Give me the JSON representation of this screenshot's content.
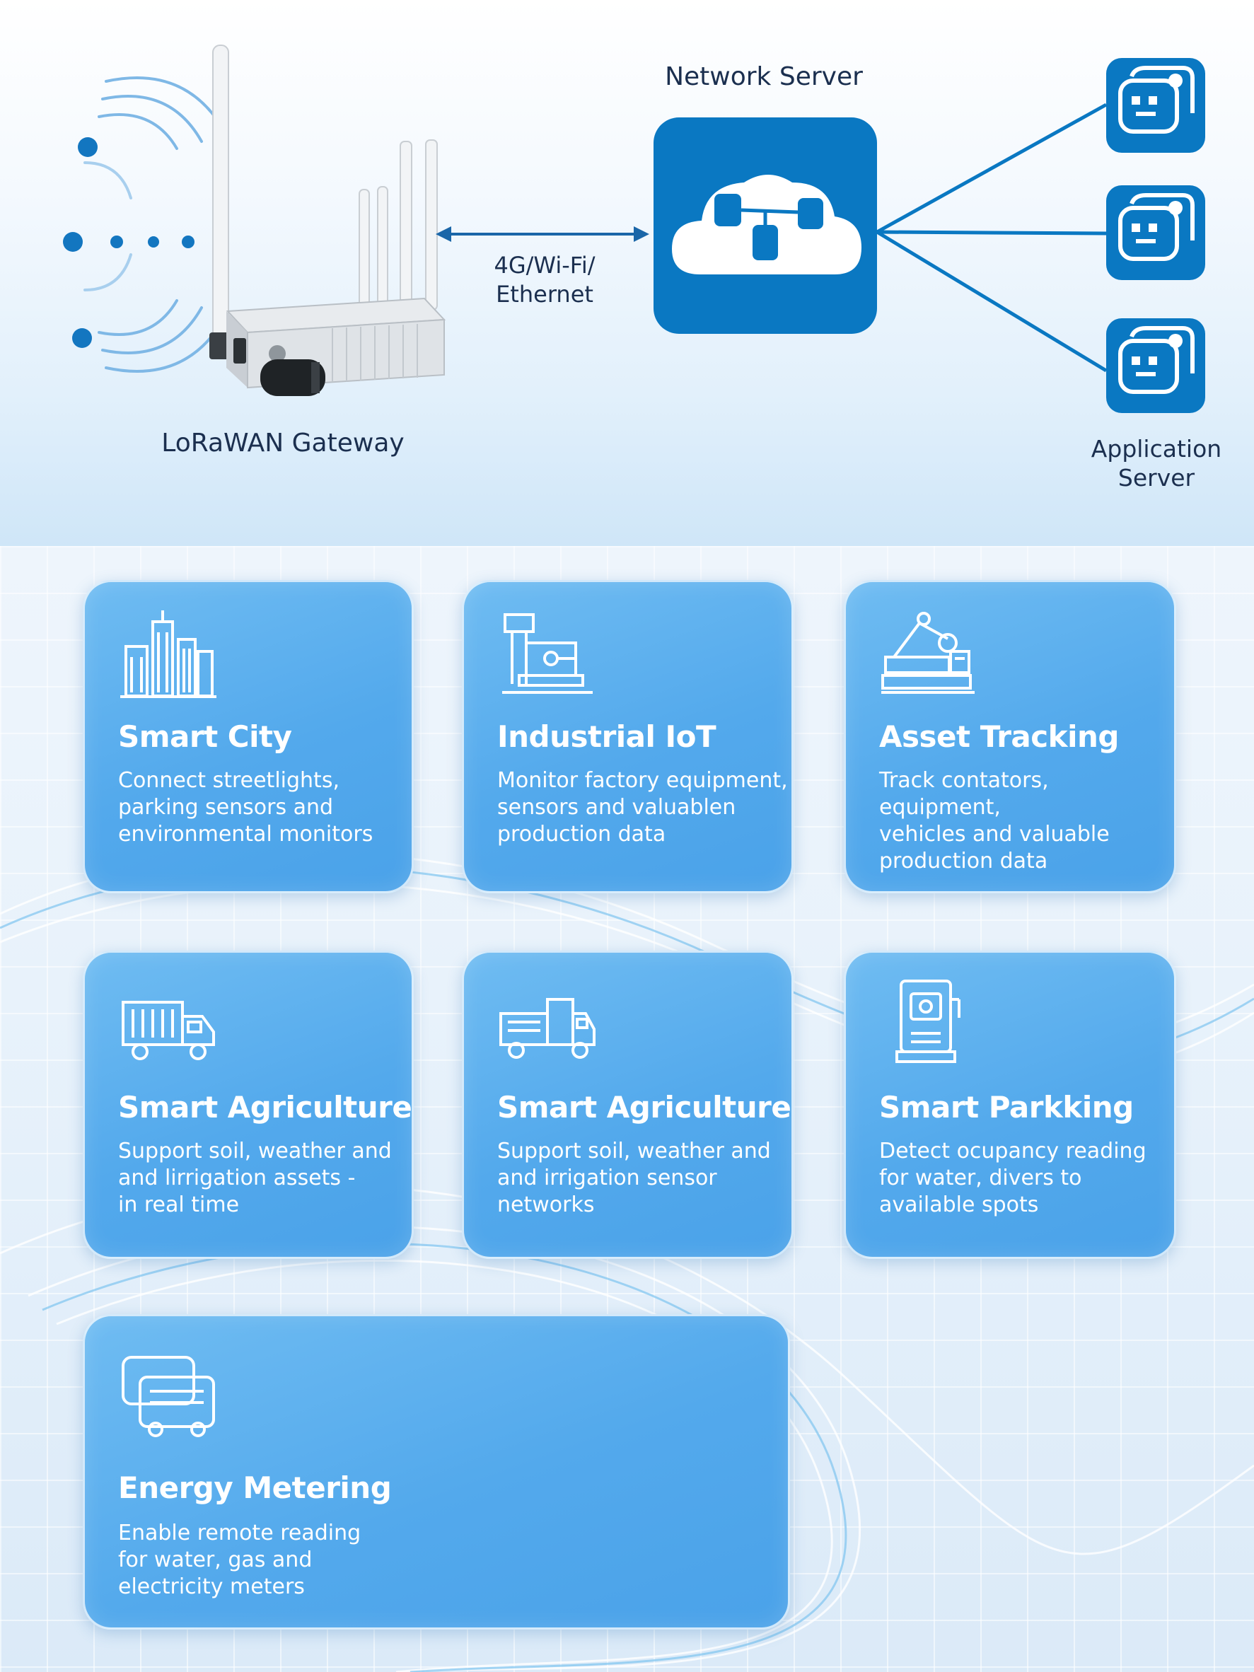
{
  "diagram": {
    "network_server_label": "Network Server",
    "link_label": "4G/Wi-Fi/\nEthernet",
    "gateway_label": "LoRaWAN Gateway",
    "application_server_label": "Application\nServer"
  },
  "colors": {
    "accent": "#0a78c2",
    "card_fill": "#55aaec",
    "text_dark": "#1b2f4f"
  },
  "use_cases": [
    {
      "icon": "city-buildings-icon",
      "title": "Smart City",
      "description": "Connect streetlights,\nparking sensors and\nenvironmental monitors"
    },
    {
      "icon": "factory-machine-icon",
      "title": "Industrial IoT",
      "description": "Monitor factory equipment,\nsensors and valuablen\nproduction data"
    },
    {
      "icon": "robot-arm-icon",
      "title": "Asset Tracking",
      "description": "Track contators, equipment,\nvehicles and valuable\nproduction data"
    },
    {
      "icon": "truck-icon",
      "title": "Smart Agriculture",
      "description": "Support soil, weather and\nand lirrigation assets -\nin real time"
    },
    {
      "icon": "delivery-truck-icon",
      "title": "Smart Agriculture",
      "description": "Support soil, weather and\nand irrigation sensor\nnetworks"
    },
    {
      "icon": "parking-meter-icon",
      "title": "Smart Parkking",
      "description": "Detect ocupancy reading\nfor water, divers to\navailable spots"
    },
    {
      "icon": "meter-vehicle-icon",
      "title": "Energy Metering",
      "description": "Enable remote reading\nfor water, gas and\nelectricity meters"
    }
  ]
}
